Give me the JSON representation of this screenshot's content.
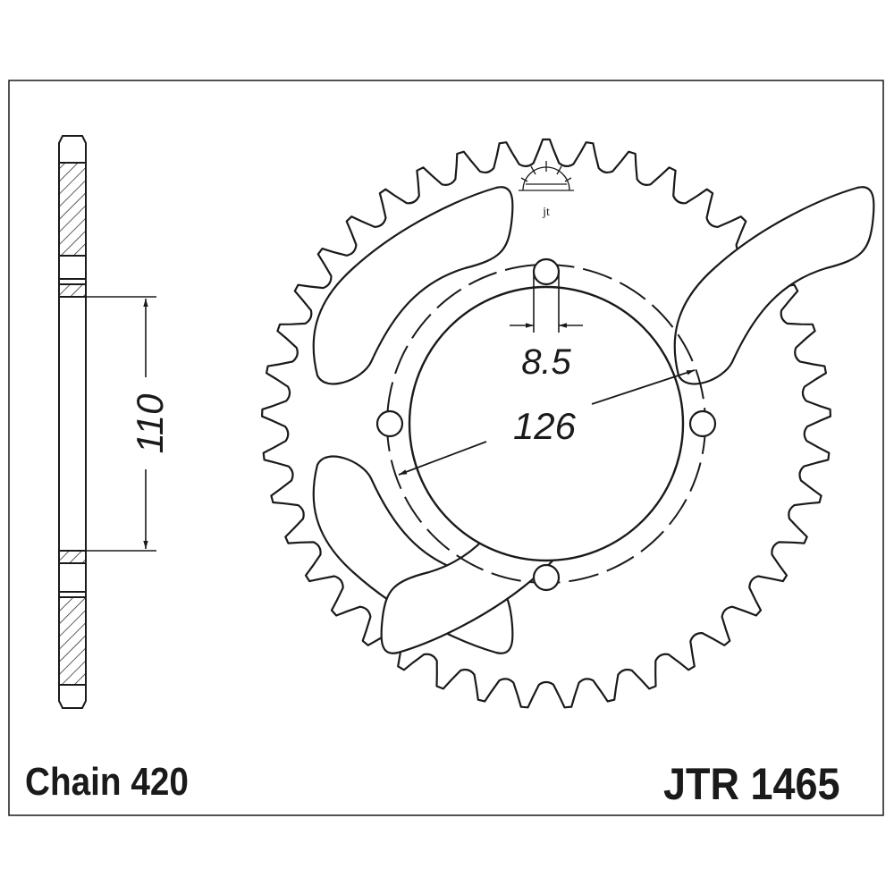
{
  "chain_label": "Chain 420",
  "part_number": "JTR 1465",
  "dimensions": {
    "bolt_hole_diameter": "8.5",
    "bolt_circle_diameter": "126",
    "center_bore": "110"
  },
  "sprocket": {
    "teeth": 41,
    "bolt_holes": 4,
    "windows": 4
  },
  "logo_text": "jt",
  "colors": {
    "line": "#1a1a1a",
    "background": "#ffffff"
  }
}
